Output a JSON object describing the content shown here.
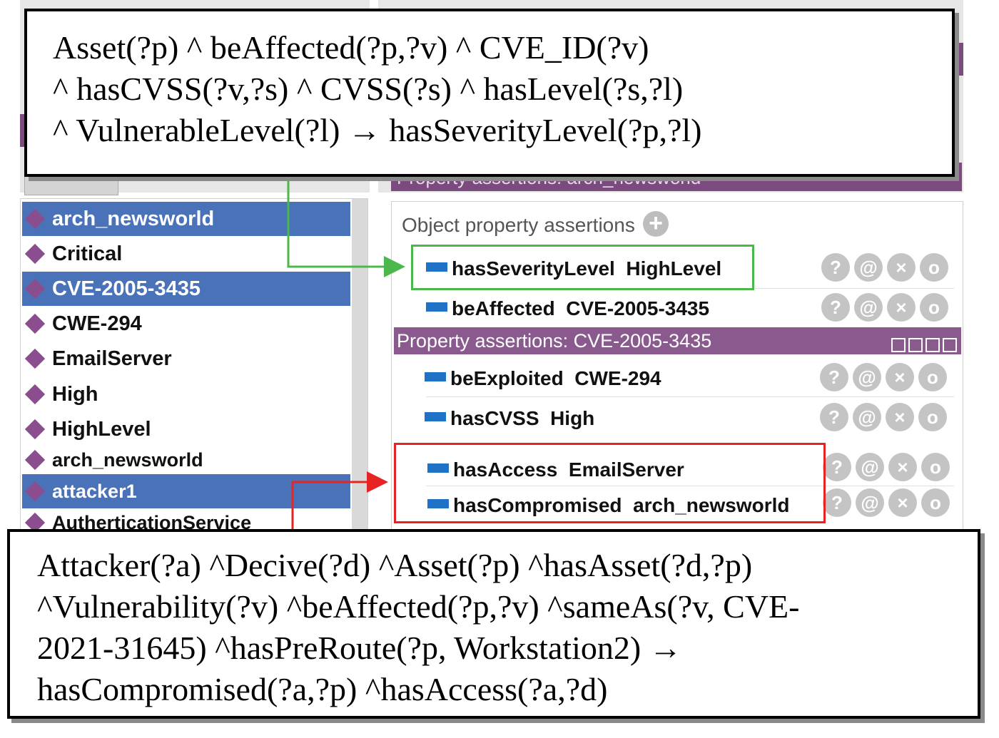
{
  "rule_top": {
    "lines": [
      "Asset(?p) ^ beAffected(?p,?v) ^ CVE_ID(?v)",
      "^ hasCVSS(?v,?s) ^ CVSS(?s) ^ hasLevel(?s,?l)",
      "^ VulnerableLevel(?l) → hasSeverityLevel(?p,?l)"
    ]
  },
  "rule_bottom": {
    "lines": [
      "Attacker(?a) ^Decive(?d) ^Asset(?p) ^hasAsset(?d,?p)",
      "^Vulnerability(?v) ^beAffected(?p,?v) ^sameAs(?v, CVE-",
      "2021-31645) ^hasPreRoute(?p, Workstation2) →",
      "hasCompromised(?a,?p) ^hasAccess(?a,?d)"
    ]
  },
  "background_header": {
    "property_assertions_title": "Property assertions: arch_newsworld"
  },
  "individuals": [
    {
      "label": "arch_newsworld",
      "selected": true
    },
    {
      "label": "Critical",
      "selected": false
    },
    {
      "label": "CVE-2005-3435",
      "selected": true
    },
    {
      "label": "CWE-294",
      "selected": false
    },
    {
      "label": "EmailServer",
      "selected": false
    },
    {
      "label": "High",
      "selected": false
    },
    {
      "label": "HighLevel",
      "selected": false
    },
    {
      "label": "arch_newsworld",
      "selected": false
    },
    {
      "label": "attacker1",
      "selected": true
    },
    {
      "label": "AutherticationService",
      "selected": false
    }
  ],
  "object_property_section": {
    "title": "Object property assertions",
    "add_icon": "plus-icon"
  },
  "assertions_top": [
    {
      "property": "hasSeverityLevel",
      "value": "HighLevel"
    },
    {
      "property": "beAffected",
      "value": "CVE-2005-3435"
    }
  ],
  "cve_panel": {
    "title": "Property assertions: CVE-2005-3435"
  },
  "assertions_cve": [
    {
      "property": "beExploited",
      "value": "CWE-294"
    },
    {
      "property": "hasCVSS",
      "value": "High"
    }
  ],
  "assertions_attacker": [
    {
      "property": "hasAccess",
      "value": "EmailServer"
    },
    {
      "property": "hasCompromised",
      "value": "arch_newsworld"
    }
  ],
  "row_buttons": [
    {
      "icon": "help-icon",
      "glyph": "?"
    },
    {
      "icon": "annotate-icon",
      "glyph": "@"
    },
    {
      "icon": "delete-icon",
      "glyph": "×"
    },
    {
      "icon": "edit-icon",
      "glyph": "o"
    }
  ],
  "colors": {
    "selection": "#4a72b8",
    "panel_header": "#8a5a8e",
    "highlight_green": "#4ab84a",
    "highlight_red": "#e62424",
    "property_swatch": "#1f72c6"
  }
}
